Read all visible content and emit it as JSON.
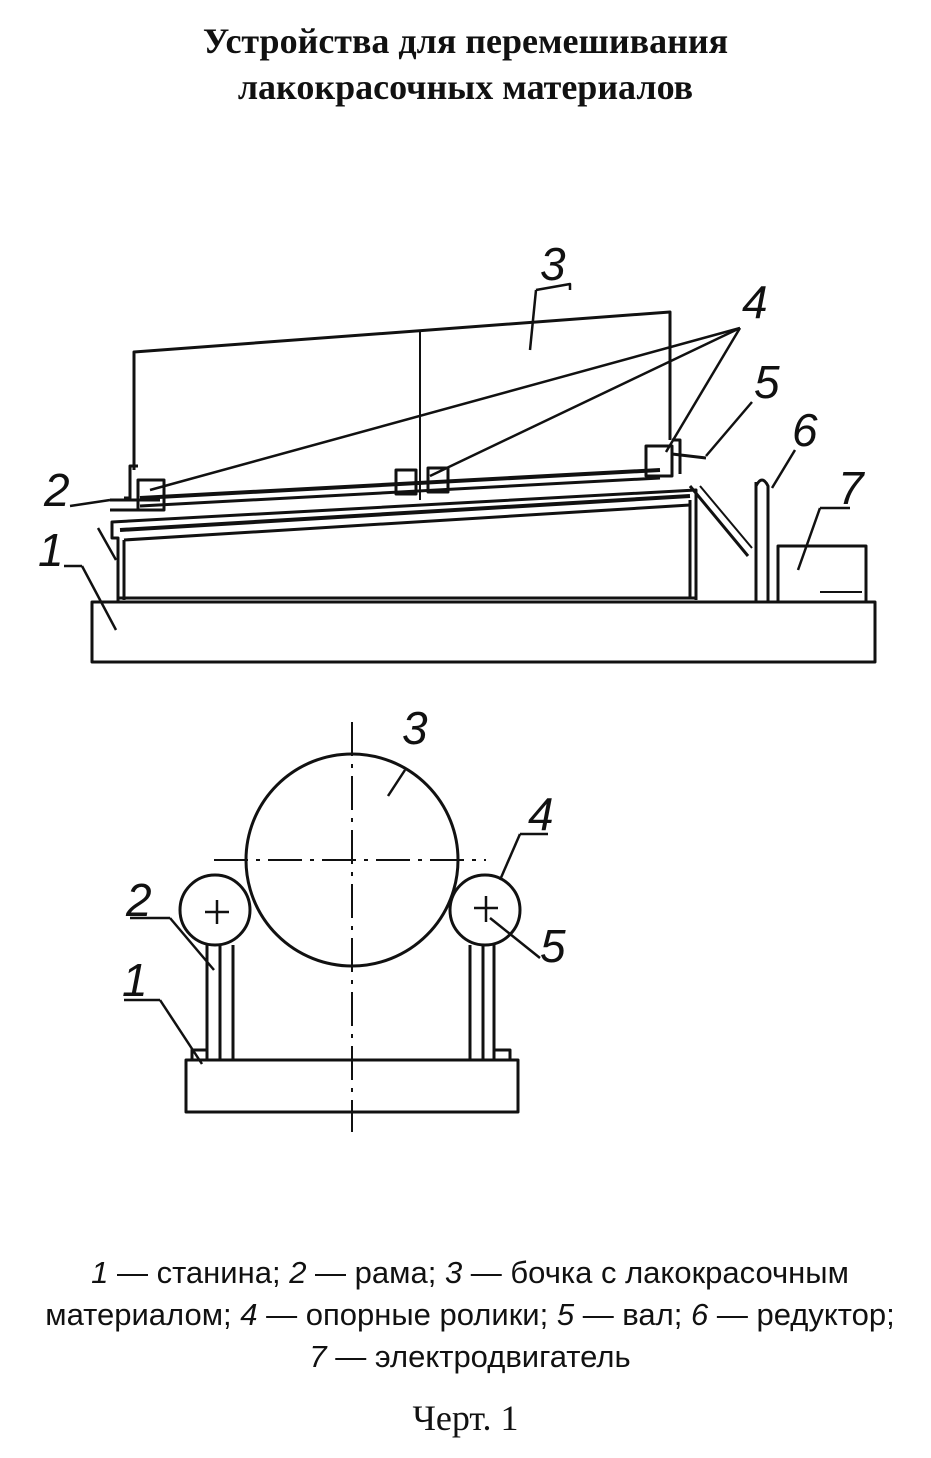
{
  "title": {
    "line1": "Устройства для перемешивания",
    "line2": "лакокрасочных материалов"
  },
  "labels": {
    "stanina": "1",
    "rama": "2",
    "bochka": "3",
    "roliki": "4",
    "val": "5",
    "reduktor": "6",
    "dvigatel": "7"
  },
  "legend": [
    {
      "num": "1",
      "text": " — станина; "
    },
    {
      "num": "2",
      "text": " — рама; "
    },
    {
      "num": "3",
      "text": " — бочка с лакокрасочным материалом; "
    },
    {
      "num": "4",
      "text": " — опорные ролики; "
    },
    {
      "num": "5",
      "text": " — вал; "
    },
    {
      "num": "6",
      "text": " — редуктор; "
    },
    {
      "num": "7",
      "text": " — электродвигатель"
    }
  ],
  "figure_caption": "Черт. 1"
}
